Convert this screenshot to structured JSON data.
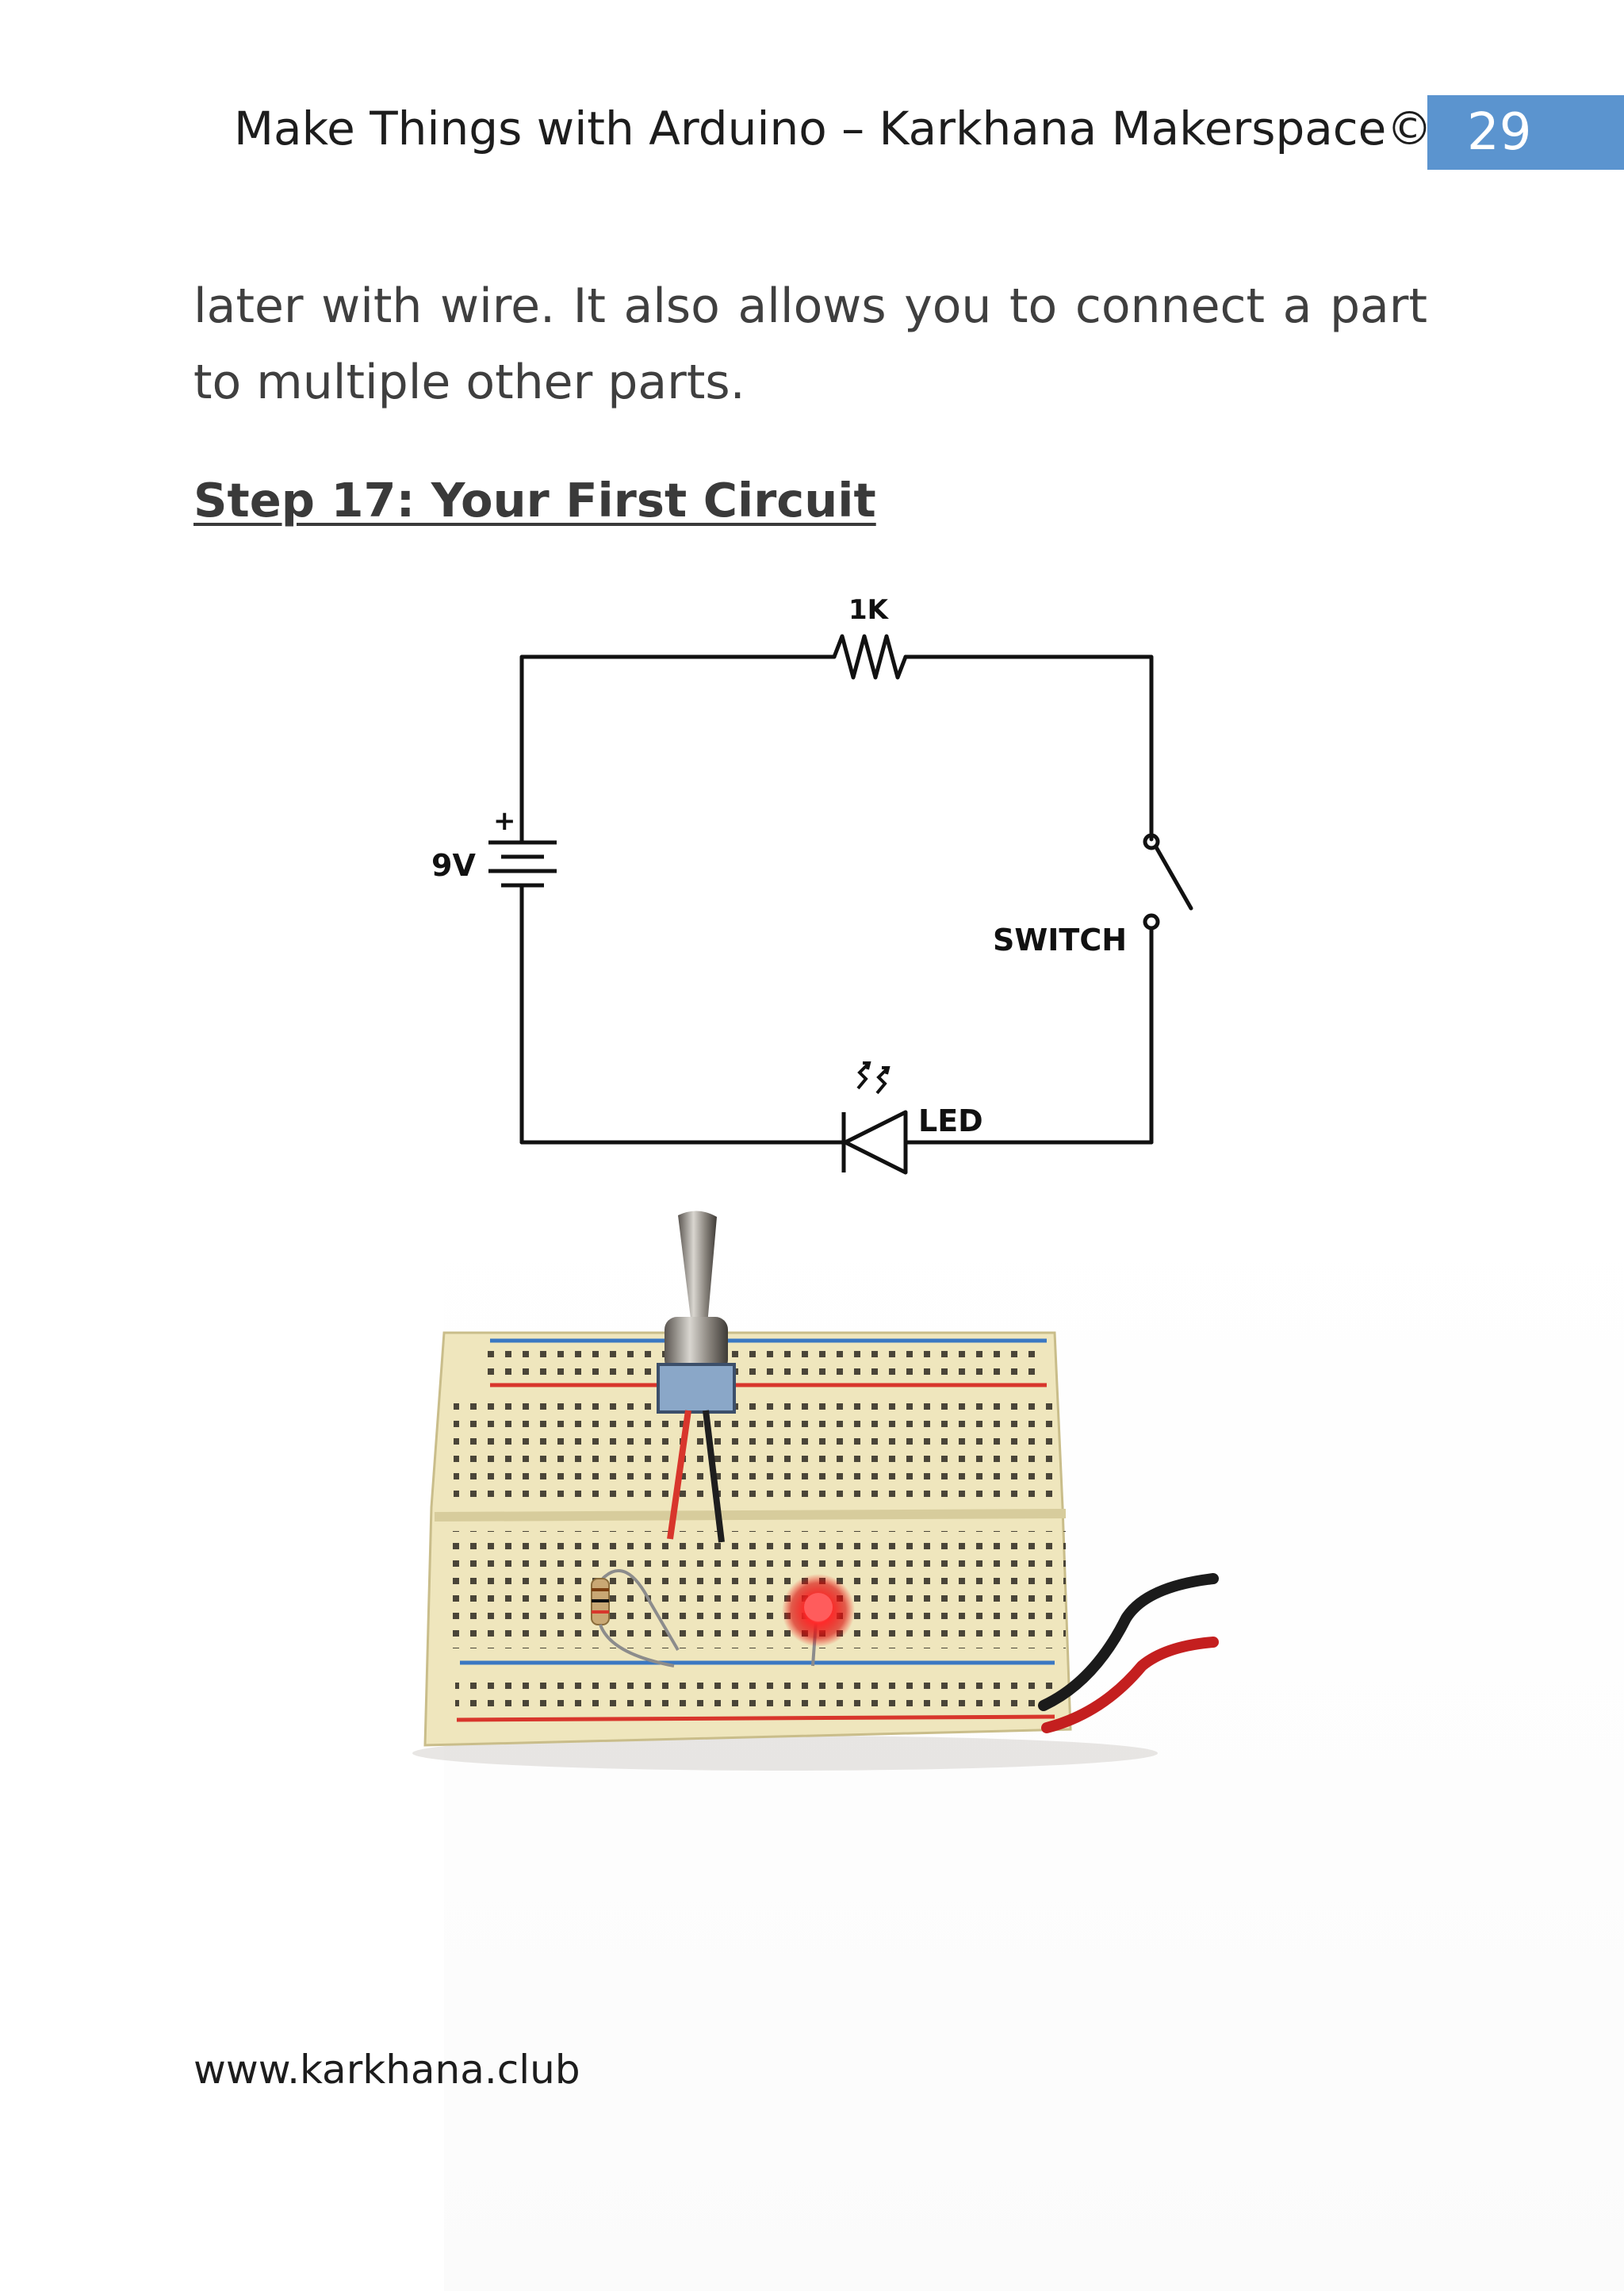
{
  "header": {
    "title": "Make Things with Arduino – Karkhana Makerspace©",
    "page_number": "29"
  },
  "body": {
    "paragraph": "later with wire. It also allows you to connect a part to multiple other parts."
  },
  "section": {
    "heading": "Step 17:  Your First Circuit"
  },
  "schematic": {
    "resistor_label": "1K",
    "battery_label": "9V",
    "battery_polarity": "+",
    "switch_label": "SWITCH",
    "led_label": "LED"
  },
  "footer": {
    "url": "www.karkhana.club"
  },
  "colors": {
    "badge": "#5b94cf",
    "led_glow": "#ff2a2a",
    "breadboard": "#efe6bd"
  }
}
